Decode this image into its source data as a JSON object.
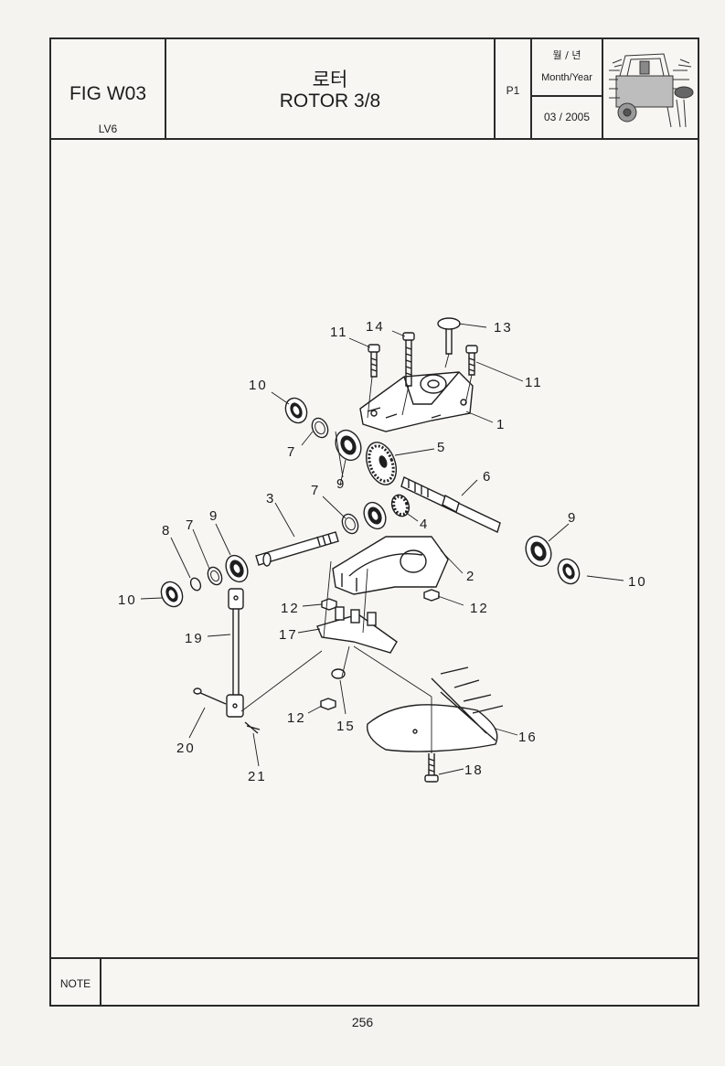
{
  "header": {
    "fig_code": "FIG W03",
    "model": "LV6",
    "title_korean": "로터",
    "title_english": "ROTOR 3/8",
    "page": "P1",
    "date_label_korean": "월 / 년",
    "date_label_english": "Month/Year",
    "date_value": "03 / 2005",
    "thumbnail_icon": "machine-thumbnail-icon"
  },
  "diagram": {
    "callouts": [
      "11",
      "14",
      "13",
      "11",
      "10",
      "1",
      "7",
      "5",
      "9",
      "6",
      "3",
      "7",
      "4",
      "8",
      "7",
      "9",
      "9",
      "2",
      "10",
      "10",
      "12",
      "12",
      "17",
      "19",
      "12",
      "15",
      "16",
      "20",
      "18",
      "21"
    ]
  },
  "footer": {
    "note_label": "NOTE",
    "note_text": "",
    "page_number": "256"
  }
}
